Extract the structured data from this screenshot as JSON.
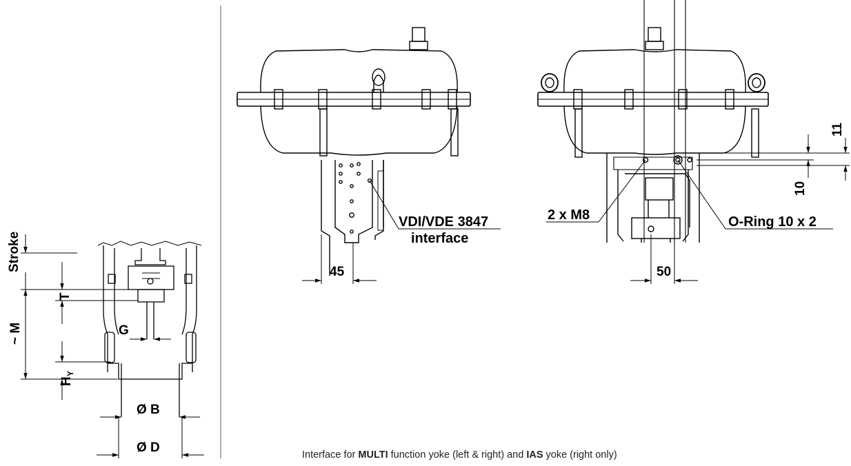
{
  "labels": {
    "stroke": "Stroke",
    "t": "T",
    "m": "~ M",
    "g": "G",
    "hy": "H",
    "hy_sub": "Y",
    "b": "Ø B",
    "d": "Ø D",
    "dim_45": "45",
    "dim_50": "50",
    "dim_11": "11",
    "dim_10": "10",
    "vdi_line1": "VDI/VDE 3847",
    "vdi_line2": "interface",
    "m8": "2 x M8",
    "oring": "O-Ring 10 x 2"
  },
  "caption": {
    "part1": "Interface for ",
    "bold1": "MULTI",
    "part2": " function yoke (left & right) and ",
    "bold2": "IAS",
    "part3": " yoke (right only)"
  }
}
